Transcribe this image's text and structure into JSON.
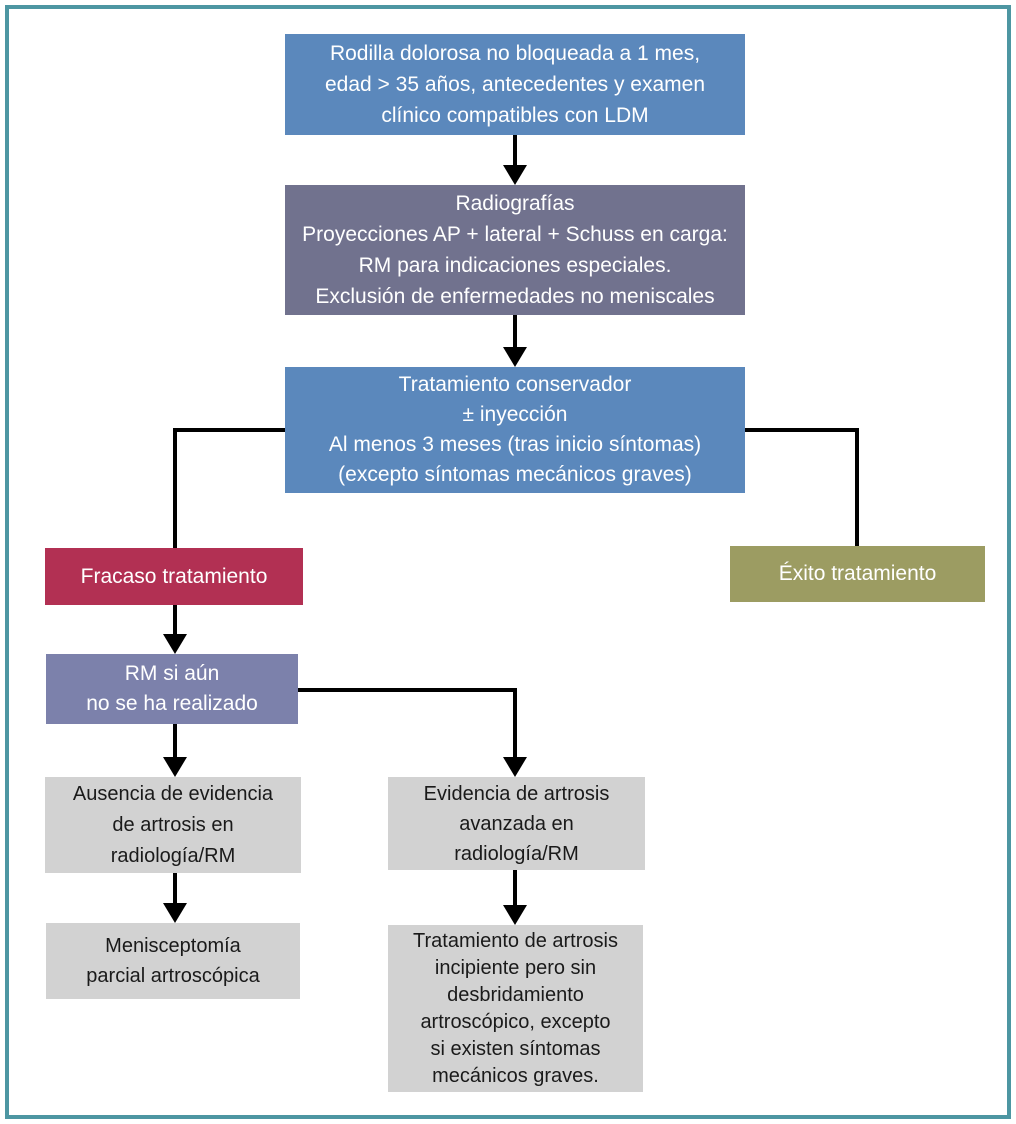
{
  "diagram": {
    "type": "flowchart",
    "language": "es",
    "nodes": {
      "presentation": {
        "text": "Rodilla dolorosa no bloqueada a 1 mes,\nedad > 35 años, antecedentes y examen\nclínico compatibles con LDM"
      },
      "radiografias": {
        "text": "Radiografías\nProyecciones AP + lateral + Schuss en carga:\nRM para indicaciones especiales.\nExclusión de enfermedades no meniscales"
      },
      "conservador": {
        "text": "Tratamiento conservador\n± inyección\nAl menos 3 meses (tras inicio síntomas)\n(excepto síntomas mecánicos graves)"
      },
      "fracaso": {
        "text": "Fracaso tratamiento"
      },
      "exito": {
        "text": "Éxito tratamiento"
      },
      "rm": {
        "text": "RM si aún\nno se ha realizado"
      },
      "ausencia": {
        "text": "Ausencia de evidencia\nde artrosis en\nradiología/RM"
      },
      "evidencia": {
        "text": "Evidencia de artrosis\navanzada en\nradiología/RM"
      },
      "menisceptomia": {
        "text": "Menisceptomía\nparcial artroscópica"
      },
      "artrosis": {
        "text": "Tratamiento de artrosis\nincipiente pero sin\ndesbridamiento\nartroscópico, excepto\nsi existen síntomas\nmecánicos graves."
      }
    },
    "edges": [
      {
        "from": "presentation",
        "to": "radiografias",
        "arrow": true
      },
      {
        "from": "radiografias",
        "to": "conservador",
        "arrow": true
      },
      {
        "from": "conservador",
        "to": "rm",
        "via": "fracaso",
        "arrow": true
      },
      {
        "from": "conservador",
        "to": "exito",
        "arrow": false
      },
      {
        "from": "rm",
        "to": "ausencia",
        "arrow": true
      },
      {
        "from": "rm",
        "to": "evidencia",
        "arrow": true
      },
      {
        "from": "ausencia",
        "to": "menisceptomia",
        "arrow": true
      },
      {
        "from": "evidencia",
        "to": "artrosis",
        "arrow": true
      }
    ]
  },
  "colors": {
    "blue": "#5b88bc",
    "slate": "#71728e",
    "red": "#b23053",
    "olive": "#9c9c62",
    "purple": "#7c81ab",
    "gray": "#d2d2d2",
    "line": "#000000",
    "frame": "#4d96a2",
    "text_light": "#ffffff",
    "text_dark": "#1a1a1a"
  }
}
